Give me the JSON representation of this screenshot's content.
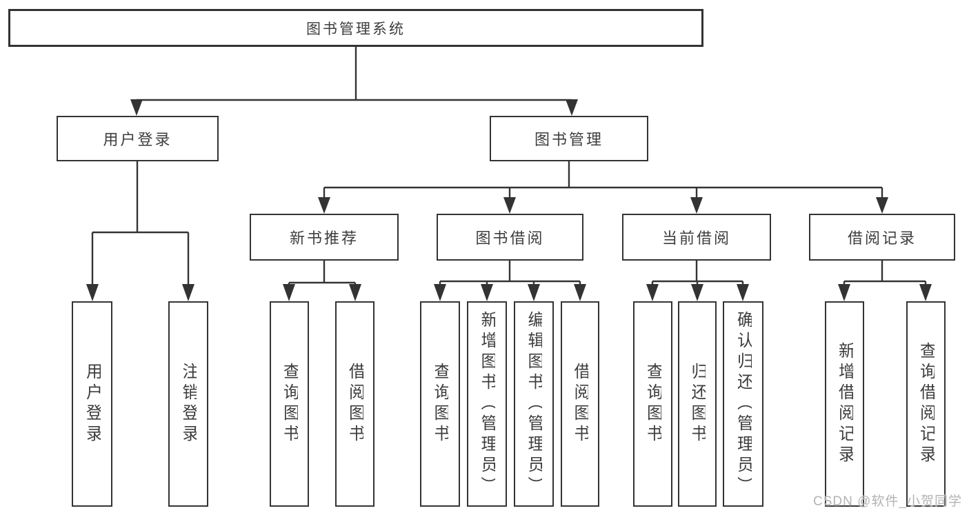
{
  "tree": {
    "root": {
      "label": "图书管理系统"
    },
    "branches": [
      {
        "label": "用户登录",
        "children": [
          {
            "label": "用户登录"
          },
          {
            "label": "注销登录"
          }
        ]
      },
      {
        "label": "图书管理",
        "children": [
          {
            "label": "新书推荐",
            "children": [
              {
                "label": "查询图书"
              },
              {
                "label": "借阅图书"
              }
            ]
          },
          {
            "label": "图书借阅",
            "children": [
              {
                "label": "查询图书"
              },
              {
                "label": "新增图书（管理员）"
              },
              {
                "label": "编辑图书（管理员）"
              },
              {
                "label": "借阅图书"
              }
            ]
          },
          {
            "label": "当前借阅",
            "children": [
              {
                "label": "查询图书"
              },
              {
                "label": "归还图书"
              },
              {
                "label": "确认归还（管理员）"
              }
            ]
          },
          {
            "label": "借阅记录",
            "children": [
              {
                "label": "新增借阅记录"
              },
              {
                "label": "查询借阅记录"
              }
            ]
          }
        ]
      }
    ]
  },
  "watermark": {
    "text": "CSDN @软件_小贺同学"
  },
  "colors": {
    "stroke": "#333333",
    "text": "#3d3d3d",
    "watermark": "#b3b3b3",
    "background": "#ffffff"
  }
}
